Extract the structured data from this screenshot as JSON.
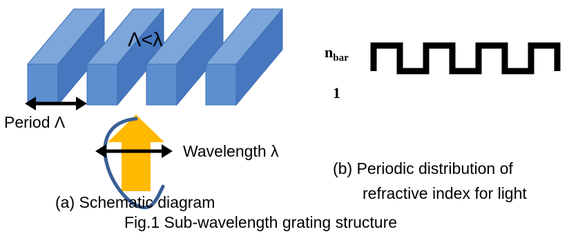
{
  "schematic": {
    "grating_condition": "Λ<λ",
    "period_label": "Period Λ",
    "wavelength_label": "Wavelength λ",
    "caption": "(a)  Schematic diagram"
  },
  "index_profile": {
    "upper_level_label_main": "n",
    "upper_level_label_sub": "bar",
    "lower_level_label": "1",
    "caption_line1": "(b)  Periodic distribution of",
    "caption_line2": "refractive index for light"
  },
  "figure_title": "Fig.1 Sub-wavelength grating structure",
  "colors": {
    "bar_front": "#5b8fd0",
    "bar_top": "#7da6da",
    "bar_side": "#4677bf",
    "bar_edge": "#3d6fb0",
    "arrow_fill": "#ffb900",
    "wave": "#3a5f96",
    "ink": "#000000"
  }
}
